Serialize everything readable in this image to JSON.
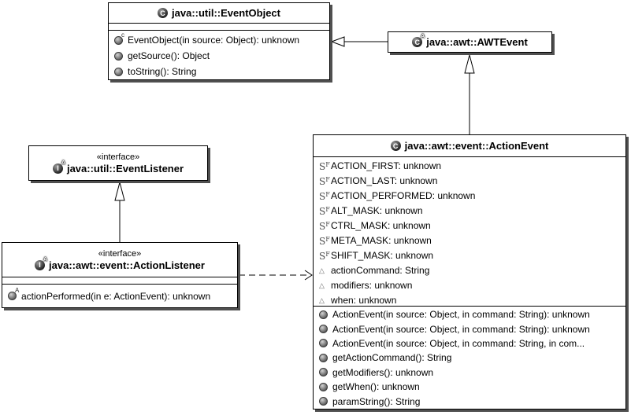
{
  "icons": {
    "class_letter": "C",
    "interface_letter": "I",
    "abstract_sup": "A",
    "constructor_sup": "c",
    "static_final_main": "S",
    "static_final_sup": "F",
    "package_field_triangle": "△"
  },
  "classes": {
    "event_object": {
      "title": "java::util::EventObject",
      "kind": "class",
      "methods": [
        "EventObject(in source: Object): unknown",
        "getSource(): Object",
        "toString(): String"
      ]
    },
    "awt_event": {
      "title": "java::awt::AWTEvent",
      "kind": "abstract-class"
    },
    "event_listener": {
      "stereotype": "«interface»",
      "title": "java::util::EventListener",
      "kind": "interface"
    },
    "action_listener": {
      "stereotype": "«interface»",
      "title": "java::awt::event::ActionListener",
      "kind": "interface",
      "methods": [
        "actionPerformed(in e: ActionEvent): unknown"
      ]
    },
    "action_event": {
      "title": "java::awt::event::ActionEvent",
      "kind": "class",
      "attributes": [
        "ACTION_FIRST: unknown",
        "ACTION_LAST: unknown",
        "ACTION_PERFORMED: unknown",
        "ALT_MASK: unknown",
        "CTRL_MASK: unknown",
        "META_MASK: unknown",
        "SHIFT_MASK: unknown",
        "actionCommand: String",
        "modifiers: unknown",
        "when: unknown"
      ],
      "methods": [
        "ActionEvent(in source: Object, in command: String): unknown",
        "ActionEvent(in source: Object, in command: String): unknown",
        "ActionEvent(in source: Object, in command: String, in com...",
        "getActionCommand(): String",
        "getModifiers(): unknown",
        "getWhen(): unknown",
        "paramString(): String"
      ]
    }
  },
  "relations": [
    {
      "type": "generalization",
      "from": "java::awt::AWTEvent",
      "to": "java::util::EventObject"
    },
    {
      "type": "generalization",
      "from": "java::awt::event::ActionEvent",
      "to": "java::awt::AWTEvent"
    },
    {
      "type": "generalization",
      "from": "java::awt::event::ActionListener",
      "to": "java::util::EventListener"
    },
    {
      "type": "dependency",
      "from": "java::awt::event::ActionListener",
      "to": "java::awt::event::ActionEvent"
    }
  ]
}
